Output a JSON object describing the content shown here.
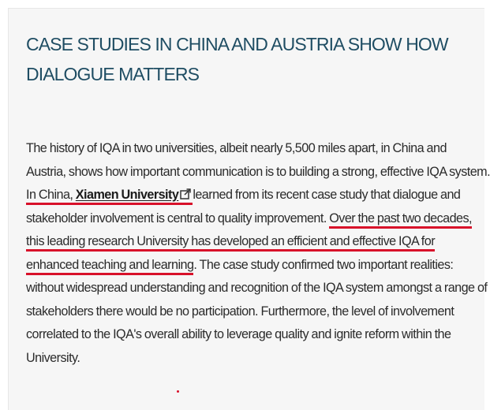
{
  "section": {
    "heading": "CASE STUDIES IN CHINA AND AUSTRIA SHOW HOW DIALOGUE MATTERS"
  },
  "article": {
    "l1": "The history of IQA in two universities, albeit nearly 5,500 miles apart, in China and",
    "l2": "Austria, shows how important communication is to building a strong, effective IQA system.",
    "l3_prefix": "In China,",
    "l3_link": "Xiamen University",
    "l3_rest": "learned from its recent case study that dialogue and",
    "l4_a": "stakeholder involvement is central to quality improvement.",
    "l4_b": "Over the past two decades,",
    "l5": "this leading research University has developed an efficient and effective IQA for",
    "l6_a": "enhanced teaching and learning",
    "l6_b": ". The case study confirmed two important realities:",
    "l7": "without widespread understanding and recognition of the IQA system amongst a range of",
    "l8": "stakeholders there would be no participation. Furthermore, the level of involvement",
    "l9": "correlated to the IQA's overall ability to leverage quality and ignite reform within the",
    "l10": "University."
  },
  "icons": {
    "external_link": "external-link-icon"
  },
  "colors": {
    "heading": "#1f4d63",
    "annotation_red": "#d8112a",
    "body_text": "#2b2b2b",
    "card_background": "#f6f6f6"
  }
}
